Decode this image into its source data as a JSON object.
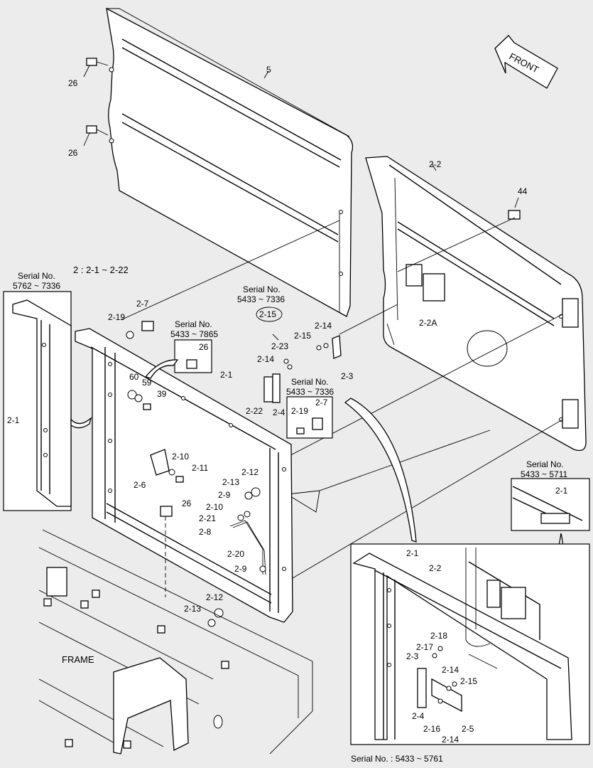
{
  "front_arrow": {
    "label": "FRONT"
  },
  "group_note": "2 : 2-1 ~ 2-22",
  "frame_label": "FRAME",
  "serial_notes": {
    "left_inset_title": "Serial No.",
    "left_inset_range": "5762 ~ 7336",
    "mid_26_title": "Serial No.",
    "mid_26_range": "5433 ~ 7865",
    "top_215_title": "Serial No.",
    "top_215_range": "5433 ~ 7336",
    "mid_219_title": "Serial No.",
    "mid_219_range": "5433 ~ 7336",
    "right_small_title": "Serial No.",
    "right_small_range": "5433 ~ 5711",
    "bottom_right": "Serial No. : 5433 ~ 5761"
  },
  "labels": {
    "p5": "5",
    "p26a": "26",
    "p26b": "26",
    "p22": "2-2",
    "p44": "44",
    "p22a": "2-2A",
    "p23": "2-3",
    "p214a": "2-14",
    "p215a": "2-15",
    "p215c": "2-15",
    "p223": "2-23",
    "p214b": "2-14",
    "p21a": "2-1",
    "p21b": "2-1",
    "p219a": "2-19",
    "p27a": "2-7",
    "p26c": "26",
    "p60": "60",
    "p59": "59",
    "p39": "39",
    "p222": "2-22",
    "p24": "2-4",
    "p219b": "2-19",
    "p27b": "2-7",
    "p210a": "2-10",
    "p211": "2-11",
    "p26": "2-6",
    "p213a": "2-13",
    "p212a": "2-12",
    "p29a": "2-9",
    "p26d": "26",
    "p210b": "2-10",
    "p221": "2-21",
    "p28": "2-8",
    "p220": "2-20",
    "p29b": "2-9",
    "p212b": "2-12",
    "p213b": "2-13",
    "p21c": "2-1",
    "p21d": "2-1",
    "p22b": "2-2",
    "p218": "2-18",
    "p217": "2-17",
    "p23b": "2-3",
    "p214c": "2-14",
    "p215b": "2-15",
    "p24b": "2-4",
    "p216": "2-16",
    "p214d": "2-14",
    "p25": "2-5"
  }
}
